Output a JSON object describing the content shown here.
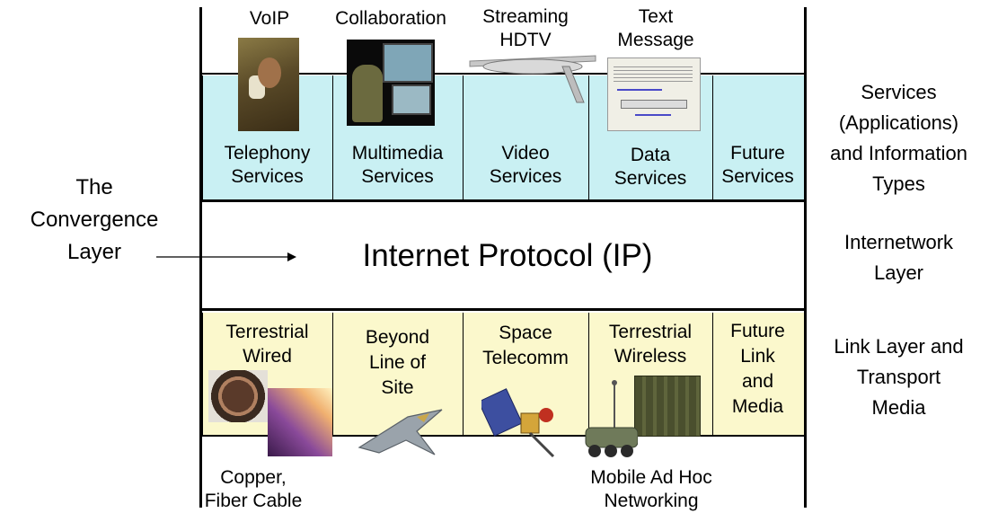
{
  "convergence_label": {
    "line1": "The",
    "line2": "Convergence",
    "line3": "Layer"
  },
  "top_labels": {
    "voip": "VoIP",
    "collaboration": "Collaboration",
    "streaming_line1": "Streaming",
    "streaming_line2": "HDTV",
    "text_line1": "Text",
    "text_line2": "Message"
  },
  "services": [
    {
      "line1": "Telephony",
      "line2": "Services"
    },
    {
      "line1": "Multimedia",
      "line2": "Services"
    },
    {
      "line1": "Video",
      "line2": "Services"
    },
    {
      "line1": "Data",
      "line2": "Services"
    },
    {
      "line1": "Future",
      "line2": "Services"
    }
  ],
  "ip_label": "Internet Protocol (IP)",
  "links": [
    {
      "lines": [
        "Terrestrial",
        "Wired"
      ]
    },
    {
      "lines": [
        "Beyond",
        "Line of",
        "Site"
      ]
    },
    {
      "lines": [
        "Space",
        "Telecomm"
      ]
    },
    {
      "lines": [
        "Terrestrial",
        "Wireless"
      ]
    },
    {
      "lines": [
        "Future",
        "Link",
        "and",
        "Media"
      ]
    }
  ],
  "bottom_labels": {
    "copper_line1": "Copper,",
    "copper_line2": "Fiber Cable",
    "manet_line1": "Mobile Ad Hoc",
    "manet_line2": "Networking"
  },
  "right_labels": {
    "services": [
      "Services",
      "(Applications)",
      "and Information",
      "Types"
    ],
    "internetwork": [
      "Internetwork",
      "Layer"
    ],
    "link": [
      "Link Layer and",
      "Transport",
      "Media"
    ]
  },
  "colors": {
    "services_fill": "#c9f0f3",
    "links_fill": "#fbf8cc"
  }
}
